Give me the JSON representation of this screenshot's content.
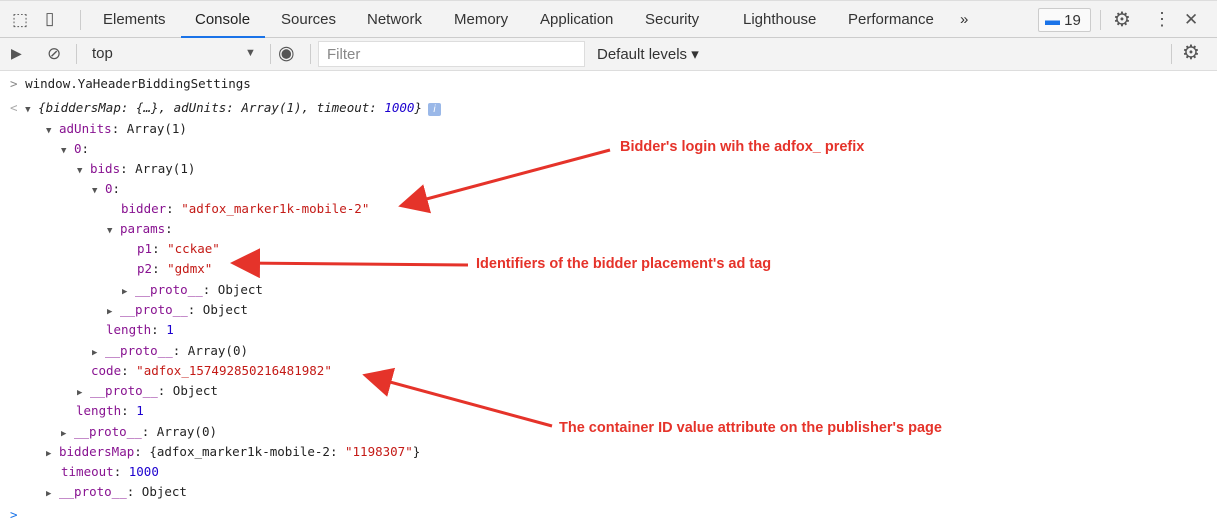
{
  "tabs": [
    "Elements",
    "Console",
    "Sources",
    "Network",
    "Memory",
    "Application",
    "Security",
    "Lighthouse",
    "Performance"
  ],
  "more_tabs": "»",
  "message_count": "19",
  "toolbar": {
    "context": "top",
    "filter_placeholder": "Filter",
    "levels": "Default levels ▾"
  },
  "console": {
    "command": "window.YaHeaderBiddingSettings",
    "summary": {
      "open": "{",
      "k1": "biddersMap",
      "v1": "{…}",
      "k2": "adUnits",
      "v2": "Array(1)",
      "k3": "timeout",
      "v3": "1000",
      "close": "}"
    },
    "lines": [
      {
        "key": "adUnits",
        "val": "Array(1)"
      },
      {
        "key": "0",
        "val": ""
      },
      {
        "key": "bids",
        "val": "Array(1)"
      },
      {
        "key": "0",
        "val": ""
      },
      {
        "key": "bidder",
        "val": "\"adfox_marker1k-mobile-2\""
      },
      {
        "key": "params",
        "val": ""
      },
      {
        "key": "p1",
        "val": "\"cckae\""
      },
      {
        "key": "p2",
        "val": "\"gdmx\""
      },
      {
        "key": "__proto__",
        "val": "Object"
      },
      {
        "key": "__proto__",
        "val": "Object"
      },
      {
        "key": "length",
        "val": "1"
      },
      {
        "key": "__proto__",
        "val": "Array(0)"
      },
      {
        "key": "code",
        "val": "\"adfox_157492850216481982\""
      },
      {
        "key": "__proto__",
        "val": "Object"
      },
      {
        "key": "length",
        "val": "1"
      },
      {
        "key": "__proto__",
        "val": "Array(0)"
      },
      {
        "key": "biddersMap",
        "val": "{adfox_marker1k-mobile-2: ",
        "val2": "\"1198307\"",
        "val3": "}"
      },
      {
        "key": "timeout",
        "val": "1000"
      },
      {
        "key": "__proto__",
        "val": "Object"
      }
    ]
  },
  "annotations": {
    "bidder": "Bidder's login wih the adfox_ prefix",
    "params": "Identifiers of the bidder placement's ad tag",
    "code": "The container ID value attribute on the publisher's page"
  },
  "colors": {
    "accent": "#1a73e8",
    "annotation": "#e5332a"
  }
}
